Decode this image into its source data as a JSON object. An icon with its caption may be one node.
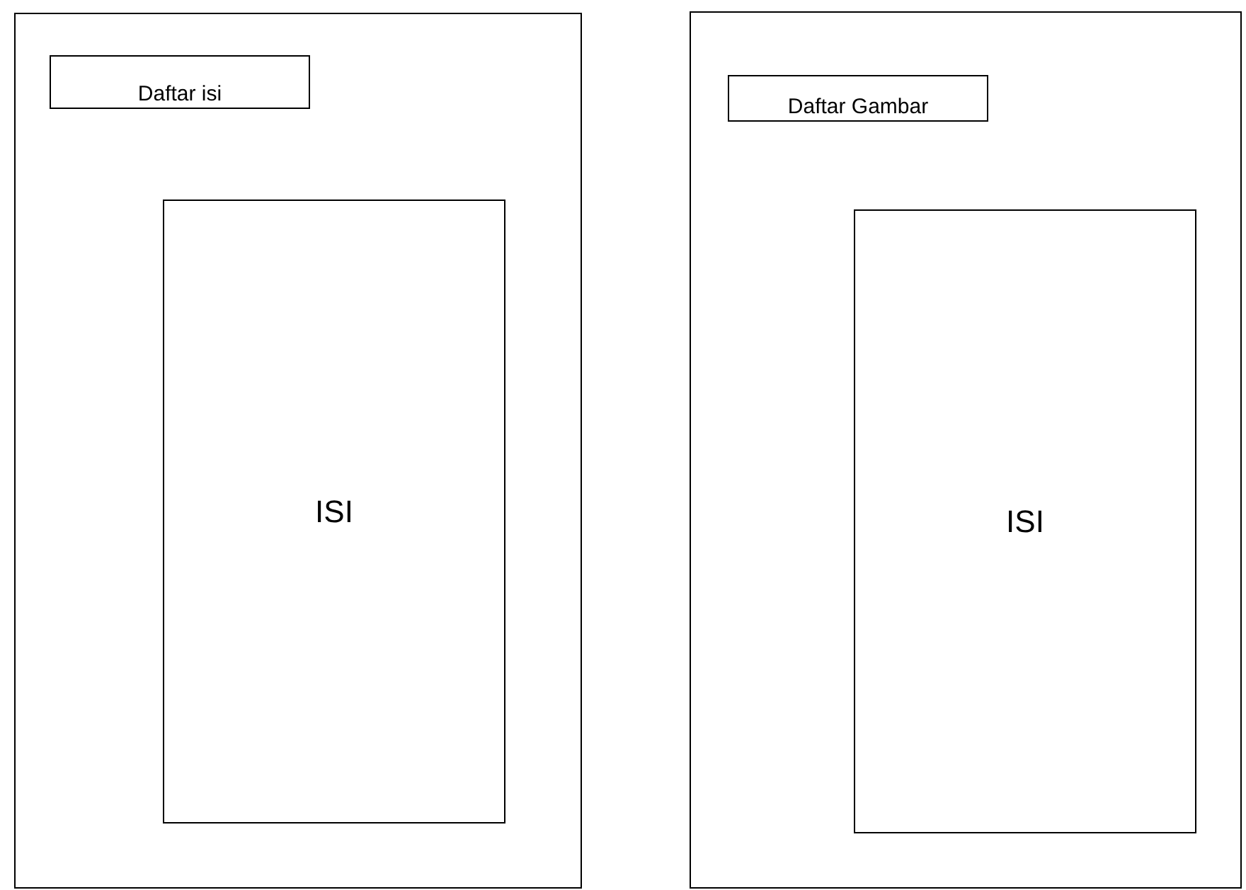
{
  "diagram": {
    "nodes": [
      {
        "text": [],
        "shape": "box"
      },
      {
        "text": [
          "Daftar isi"
        ],
        "in": 0
      },
      {
        "text": [
          "ISI"
        ],
        "in": 0
      },
      {
        "text": [],
        "shape": "box"
      },
      {
        "text": [
          "Daftar Gambar"
        ],
        "in": 3
      },
      {
        "text": [
          "ISI"
        ],
        "in": 3
      }
    ]
  }
}
